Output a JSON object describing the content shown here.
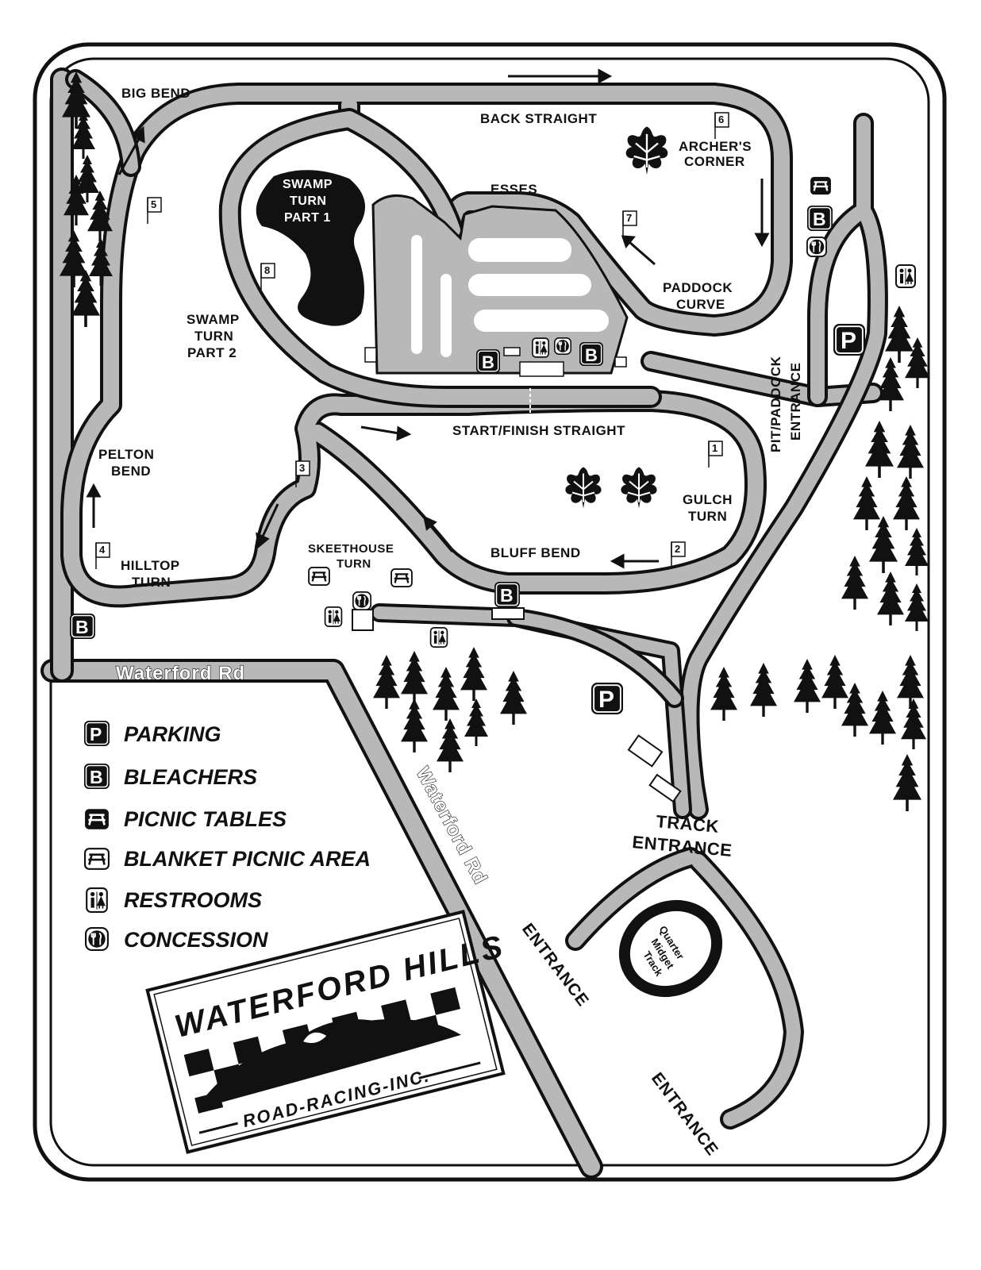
{
  "track_labels": {
    "big_bend": "BIG BEND",
    "back_straight": "BACK STRAIGHT",
    "archers_corner_1": "ARCHER'S",
    "archers_corner_2": "CORNER",
    "swamp_turn_part1_1": "SWAMP",
    "swamp_turn_part1_2": "TURN",
    "swamp_turn_part1_3": "PART 1",
    "esses": "ESSES",
    "paddock_curve_1": "PADDOCK",
    "paddock_curve_2": "CURVE",
    "swamp_turn_part2_1": "SWAMP",
    "swamp_turn_part2_2": "TURN",
    "swamp_turn_part2_3": "PART 2",
    "pit_paddock_1": "PIT/PADDOCK",
    "pit_paddock_2": "ENTRANCE",
    "start_finish": "START/FINISH STRAIGHT",
    "pelton_bend_1": "PELTON",
    "pelton_bend_2": "BEND",
    "gulch_turn_1": "GULCH",
    "gulch_turn_2": "TURN",
    "skeethouse_1": "SKEETHOUSE",
    "skeethouse_2": "TURN",
    "bluff_bend": "BLUFF BEND",
    "hilltop_turn_1": "HILLTOP",
    "hilltop_turn_2": "TURN",
    "track_entrance_1": "TRACK",
    "track_entrance_2": "ENTRANCE",
    "quarter_midget_1": "Quarter",
    "quarter_midget_2": "Midget",
    "quarter_midget_3": "Track"
  },
  "flags": [
    "1",
    "2",
    "3",
    "4",
    "5",
    "6",
    "7",
    "8"
  ],
  "roads": {
    "waterford_rd_top": "Waterford Rd",
    "waterford_rd_diag": "Waterford Rd",
    "entrance_1": "ENTRANCE",
    "entrance_2": "ENTRANCE"
  },
  "icons": {
    "parking": "P",
    "bleachers": "B"
  },
  "legend": [
    {
      "icon": "parking-icon",
      "label": "PARKING"
    },
    {
      "icon": "bleachers-icon",
      "label": "BLEACHERS"
    },
    {
      "icon": "picnic-table-icon",
      "label": "PICNIC TABLES"
    },
    {
      "icon": "blanket-picnic-icon",
      "label": "BLANKET PICNIC AREA"
    },
    {
      "icon": "restroom-icon",
      "label": "RESTROOMS"
    },
    {
      "icon": "concession-icon",
      "label": "CONCESSION"
    }
  ],
  "logo": {
    "line1": "WATERFORD HILLS",
    "line2": "ROAD-RACING-INC."
  }
}
